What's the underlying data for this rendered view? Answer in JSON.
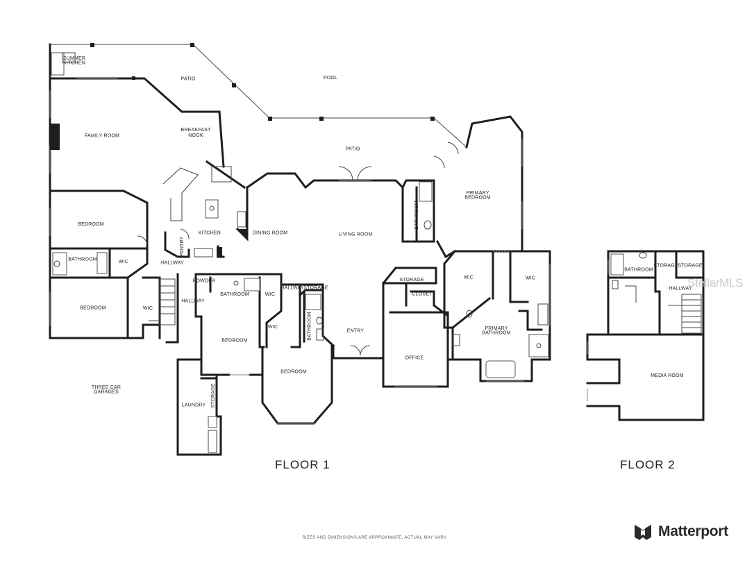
{
  "floor_plan": {
    "floor1": {
      "label": "FLOOR 1",
      "rooms": [
        {
          "id": "summer-kitchen",
          "lines": [
            "SUMMER",
            "KITCHEN"
          ]
        },
        {
          "id": "patio-top",
          "lines": [
            "PATIO"
          ]
        },
        {
          "id": "pool",
          "lines": [
            "POOL"
          ]
        },
        {
          "id": "family-room",
          "lines": [
            "FAMILY ROOM"
          ]
        },
        {
          "id": "breakfast-nook",
          "lines": [
            "BREAKFAST",
            "NOOK"
          ]
        },
        {
          "id": "patio-mid",
          "lines": [
            "PATIO"
          ]
        },
        {
          "id": "primary-bedroom",
          "lines": [
            "PRIMARY",
            "BEDROOM"
          ]
        },
        {
          "id": "bedroom-1",
          "lines": [
            "BEDROOM"
          ]
        },
        {
          "id": "kitchen",
          "lines": [
            "KITCHEN"
          ]
        },
        {
          "id": "dining-room",
          "lines": [
            "DINING ROOM"
          ]
        },
        {
          "id": "living-room",
          "lines": [
            "LIVING ROOM"
          ]
        },
        {
          "id": "bathroom-primary-side",
          "lines": [
            "BATHROOM"
          ]
        },
        {
          "id": "bathroom-left",
          "lines": [
            "BATHROOM"
          ]
        },
        {
          "id": "wic-left",
          "lines": [
            "WIC"
          ]
        },
        {
          "id": "hallway-1",
          "lines": [
            "HALLWAY"
          ]
        },
        {
          "id": "pantry",
          "lines": [
            "PANTRY"
          ]
        },
        {
          "id": "bedroom-2",
          "lines": [
            "BEDROOM"
          ]
        },
        {
          "id": "wic-2",
          "lines": [
            "WIC"
          ]
        },
        {
          "id": "hallway-2",
          "lines": [
            "HALLWAY"
          ]
        },
        {
          "id": "powder",
          "lines": [
            "POWDER"
          ]
        },
        {
          "id": "bathroom-mid",
          "lines": [
            "BATHROOM"
          ]
        },
        {
          "id": "wic-3",
          "lines": [
            "WIC"
          ]
        },
        {
          "id": "hallway-3",
          "lines": [
            "HALLWAY"
          ]
        },
        {
          "id": "storage-1",
          "lines": [
            "STORAGE"
          ]
        },
        {
          "id": "bathroom-vert",
          "lines": [
            "BATHROOM"
          ]
        },
        {
          "id": "wic-4",
          "lines": [
            "WIC"
          ]
        },
        {
          "id": "bedroom-3",
          "lines": [
            "BEDROOM"
          ]
        },
        {
          "id": "bedroom-4",
          "lines": [
            "BEDROOM"
          ]
        },
        {
          "id": "entry",
          "lines": [
            "ENTRY"
          ]
        },
        {
          "id": "storage-2",
          "lines": [
            "STORAGE"
          ]
        },
        {
          "id": "closet",
          "lines": [
            "CLOSET"
          ]
        },
        {
          "id": "office",
          "lines": [
            "OFFICE"
          ]
        },
        {
          "id": "wic-5",
          "lines": [
            "WIC"
          ]
        },
        {
          "id": "wic-6",
          "lines": [
            "WIC"
          ]
        },
        {
          "id": "primary-bathroom",
          "lines": [
            "PRIMARY",
            "BATHROOM"
          ]
        },
        {
          "id": "garages",
          "lines": [
            "THREE CAR",
            "GARAGES"
          ]
        },
        {
          "id": "laundry",
          "lines": [
            "LAUNDRY"
          ]
        },
        {
          "id": "storage-3",
          "lines": [
            "STORAGE"
          ]
        }
      ]
    },
    "floor2": {
      "label": "FLOOR 2",
      "rooms": [
        {
          "id": "bathroom-f2",
          "lines": [
            "BATHROOM"
          ]
        },
        {
          "id": "storage-f2a",
          "lines": [
            "STORAGE"
          ]
        },
        {
          "id": "storage-f2b",
          "lines": [
            "STORAGE"
          ]
        },
        {
          "id": "hallway-f2",
          "lines": [
            "HALLWAY"
          ]
        },
        {
          "id": "media-room",
          "lines": [
            "MEDIA ROOM"
          ]
        }
      ]
    },
    "disclaimer": "SIZES AND DIMENSIONS ARE APPROXIMATE, ACTUAL MAY VARY.",
    "watermark": "StellarMLS",
    "brand": {
      "name": "Matterport",
      "icon": "matterport-logo-icon"
    },
    "colors": {
      "wall": "#1e1e1e",
      "background": "#ffffff",
      "watermark": "#c9c9c9"
    }
  }
}
